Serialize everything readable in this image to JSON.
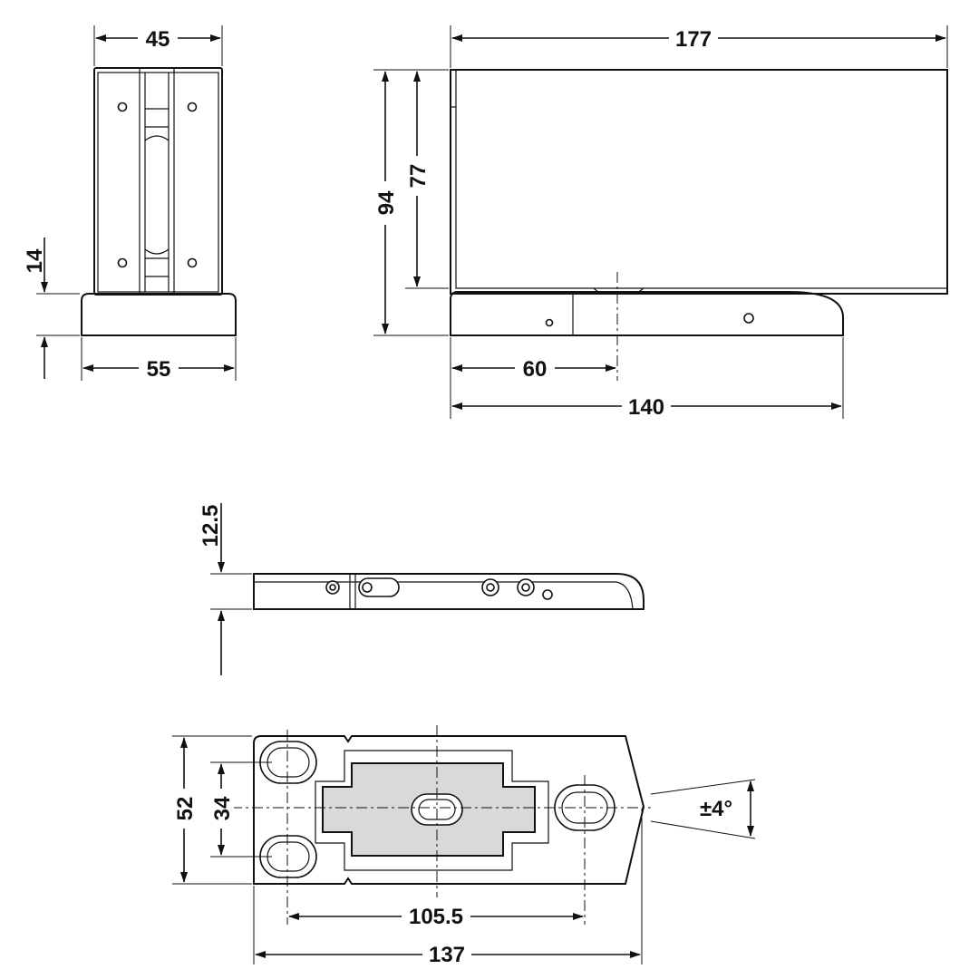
{
  "dimensions": {
    "front_width_top": "45",
    "front_base_height": "14",
    "front_base_width": "55",
    "side_total_length": "177",
    "side_total_height": "94",
    "side_body_height": "77",
    "side_pivot_offset": "60",
    "side_base_length": "140",
    "plate_thickness": "12.5",
    "plan_width": "52",
    "plan_slot_spacing": "34",
    "plan_adjust_angle": "±4°",
    "plan_hole_spacing": "105.5",
    "plan_length": "137"
  }
}
